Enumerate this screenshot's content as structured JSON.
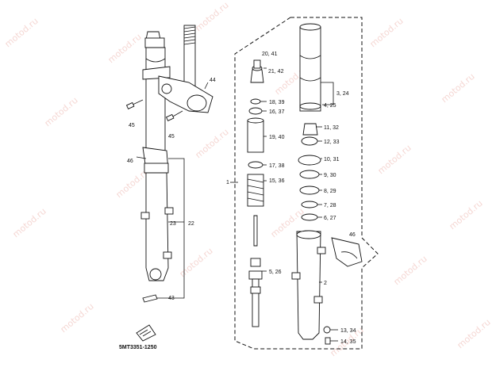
{
  "watermark": "motod.ru",
  "diagram_code": "5MT3351-1250",
  "callouts": {
    "c44": "44",
    "c45a": "45",
    "c45b": "45",
    "c46l": "46",
    "c22": "22",
    "c23": "23",
    "c43": "43",
    "c1": "1",
    "c2041": "20, 41",
    "c2142": "21, 42",
    "c1839": "18, 39",
    "c1637": "16, 37",
    "c1940": "19, 40",
    "c1738": "17, 38",
    "c1536": "15, 36",
    "c526": "5, 26",
    "c324": "3, 24",
    "c425": "4, 25",
    "c1132": "11, 32",
    "c1233": "12, 33",
    "c1031": "10, 31",
    "c930": "9, 30",
    "c829": "8, 29",
    "c728": "7, 28",
    "c627": "6, 27",
    "c46r": "46",
    "c2": "2",
    "c1334": "13, 34",
    "c1435": "14, 35"
  }
}
